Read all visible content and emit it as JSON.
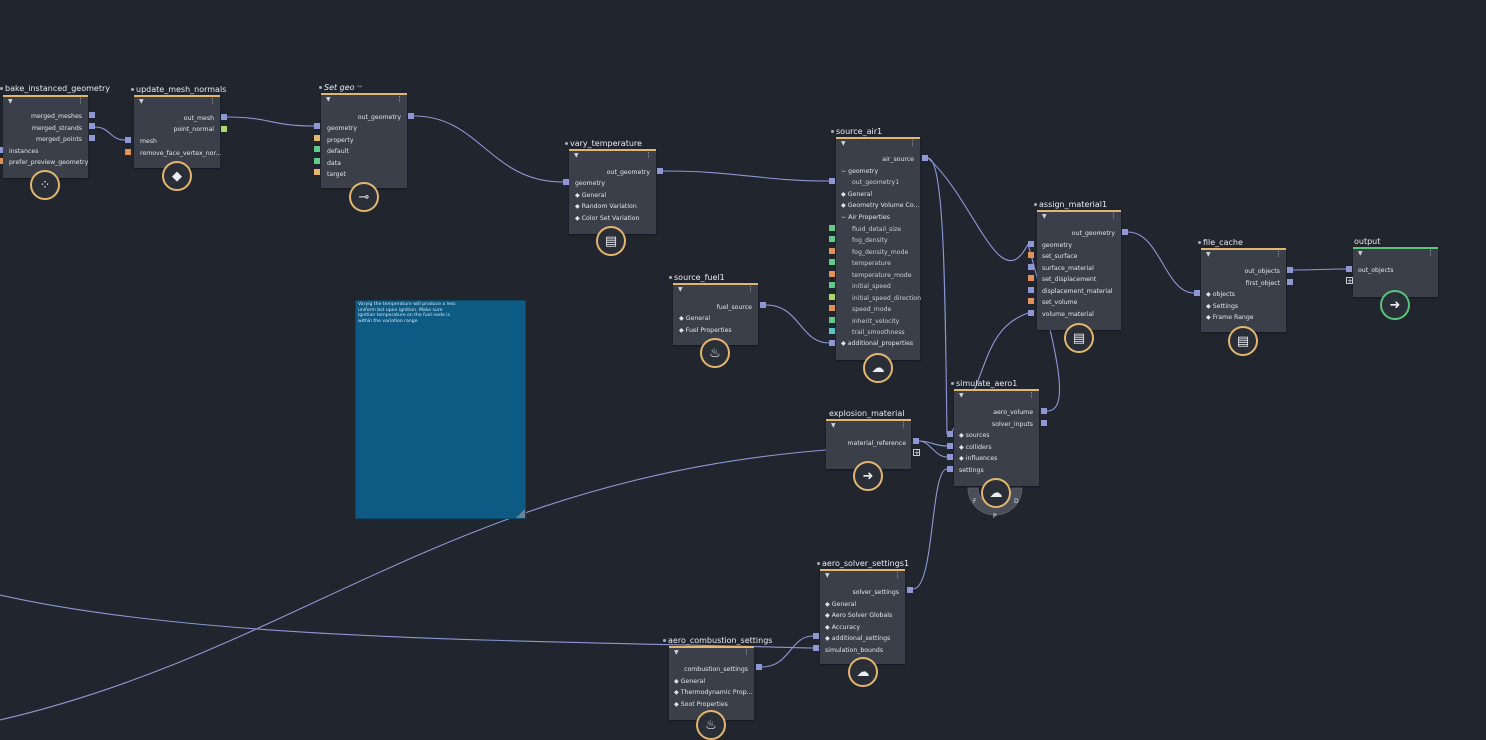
{
  "colors": {
    "background": "#21252e",
    "node_body": "#3b3f4a",
    "node_accent": "#e3b56e",
    "output_accent": "#57c47a",
    "wire": "#8e97d6",
    "pin_geometry": "#8e97d6",
    "pin_float": "#e0915a",
    "pin_bool": "#63c98a",
    "pin_string": "#e3b56e",
    "pin_vector": "#a7d96b",
    "pin_color": "#55c4c4",
    "sticky": "#0d5a84"
  },
  "nodes": {
    "bake": {
      "title": "bake_instanced_geometry",
      "rows": [
        "merged_meshes",
        "merged_strands",
        "merged_points",
        "instances",
        "prefer_preview_geometry"
      ],
      "icon": "points-icon"
    },
    "normals": {
      "title": "update_mesh_normals",
      "rows": [
        "out_mesh",
        "point_normal",
        "mesh",
        "remove_face_vertex_nor..."
      ],
      "icon": "normals-icon"
    },
    "setgeo": {
      "title": "Set geo",
      "title_suffix": "\"\"",
      "rows": [
        "out_geometry",
        "geometry",
        "property",
        "default",
        "data",
        "target"
      ],
      "icon": "set-attribute-icon"
    },
    "vary": {
      "title": "vary_temperature",
      "rows": [
        "out_geometry",
        "geometry",
        "General",
        "Random Variation",
        "Color Set Variation"
      ],
      "icon": "cache-icon"
    },
    "sourceair": {
      "title": "source_air1",
      "rows": [
        "air_source",
        "geometry",
        "out_geometry1",
        "General",
        "Geometry Volume Co...",
        "Air Properties",
        "fluid_detail_size",
        "fog_density",
        "fog_density_mode",
        "temperature",
        "temperature_mode",
        "initial_speed",
        "initial_speed_direction",
        "speed_mode",
        "inherit_velocity",
        "trail_smoothness",
        "additional_properties"
      ],
      "icon": "cloud-icon"
    },
    "fuel": {
      "title": "source_fuel1",
      "rows": [
        "fuel_source",
        "General",
        "Fuel Properties"
      ],
      "icon": "fire-icon"
    },
    "assign": {
      "title": "assign_material1",
      "rows": [
        "out_geometry",
        "geometry",
        "set_surface",
        "surface_material",
        "set_displacement",
        "displacement_material",
        "set_volume",
        "volume_material"
      ],
      "icon": "cache-icon"
    },
    "filecache": {
      "title": "file_cache",
      "rows": [
        "out_objects",
        "first_object",
        "objects",
        "Settings",
        "Frame Range"
      ],
      "icon": "cache-icon"
    },
    "output": {
      "title": "output",
      "rows": [
        "out_objects"
      ],
      "icon": "arrow-right-icon"
    },
    "explosion": {
      "title": "explosion_material",
      "rows": [
        "material_reference"
      ],
      "icon": "arrow-right-icon"
    },
    "simaero": {
      "title": "simulate_aero1",
      "rows": [
        "aero_volume",
        "solver_inputs",
        "sources",
        "colliders",
        "influences",
        "settings"
      ],
      "icon": "cloud-icon",
      "dial": [
        "F",
        "P",
        "D"
      ]
    },
    "solver": {
      "title": "aero_solver_settings1",
      "rows": [
        "solver_settings",
        "General",
        "Aero Solver Globals",
        "Accuracy",
        "additional_settings",
        "simulation_bounds"
      ],
      "icon": "cloud-icon"
    },
    "combustion": {
      "title": "aero_combustion_settings",
      "rows": [
        "combustion_settings",
        "General",
        "Thermodynamic Prop...",
        "Soot Properties"
      ],
      "icon": "fire-icon"
    }
  },
  "sticky_note": {
    "text": "Varyig the temperature will produce a less uniform bst upon ignition. Make sure ignition temperature on the fuel node is within the variation range"
  }
}
